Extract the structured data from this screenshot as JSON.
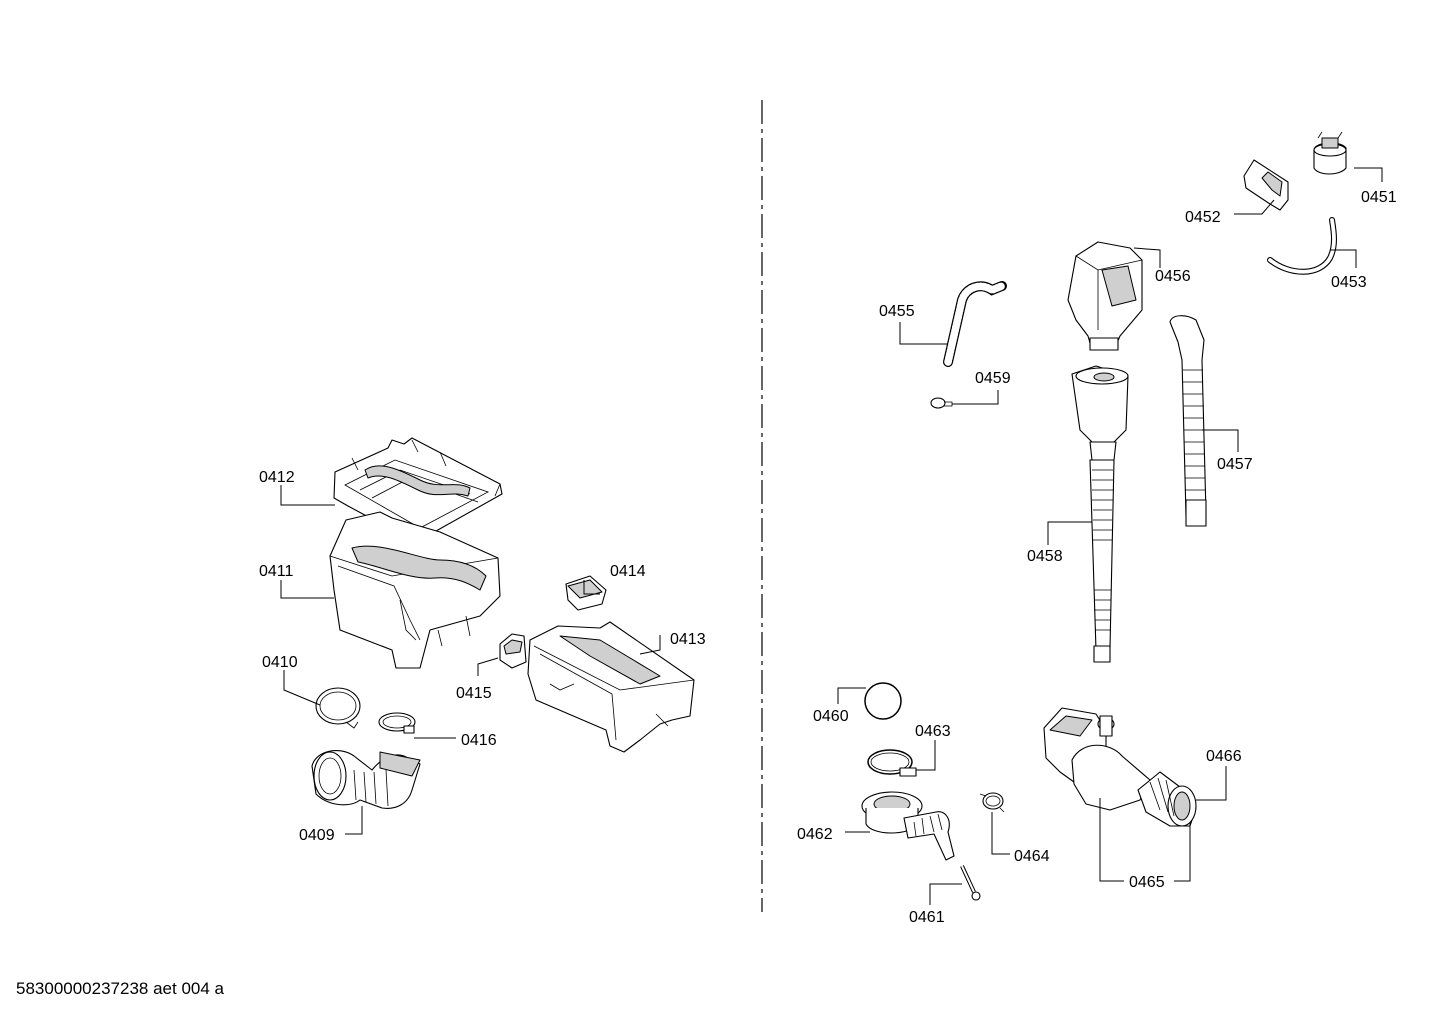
{
  "document_id": "58300000237238 aet 004 a",
  "callouts": [
    {
      "id": "c0409",
      "label": "0409"
    },
    {
      "id": "c0410",
      "label": "0410"
    },
    {
      "id": "c0411",
      "label": "0411"
    },
    {
      "id": "c0412",
      "label": "0412"
    },
    {
      "id": "c0413",
      "label": "0413"
    },
    {
      "id": "c0414",
      "label": "0414"
    },
    {
      "id": "c0415",
      "label": "0415"
    },
    {
      "id": "c0416",
      "label": "0416"
    },
    {
      "id": "c0451",
      "label": "0451"
    },
    {
      "id": "c0452",
      "label": "0452"
    },
    {
      "id": "c0453",
      "label": "0453"
    },
    {
      "id": "c0455",
      "label": "0455"
    },
    {
      "id": "c0456",
      "label": "0456"
    },
    {
      "id": "c0457",
      "label": "0457"
    },
    {
      "id": "c0458",
      "label": "0458"
    },
    {
      "id": "c0459",
      "label": "0459"
    },
    {
      "id": "c0460",
      "label": "0460"
    },
    {
      "id": "c0461",
      "label": "0461"
    },
    {
      "id": "c0462",
      "label": "0462"
    },
    {
      "id": "c0463",
      "label": "0463"
    },
    {
      "id": "c0464",
      "label": "0464"
    },
    {
      "id": "c0465",
      "label": "0465"
    },
    {
      "id": "c0466",
      "label": "0466"
    }
  ]
}
